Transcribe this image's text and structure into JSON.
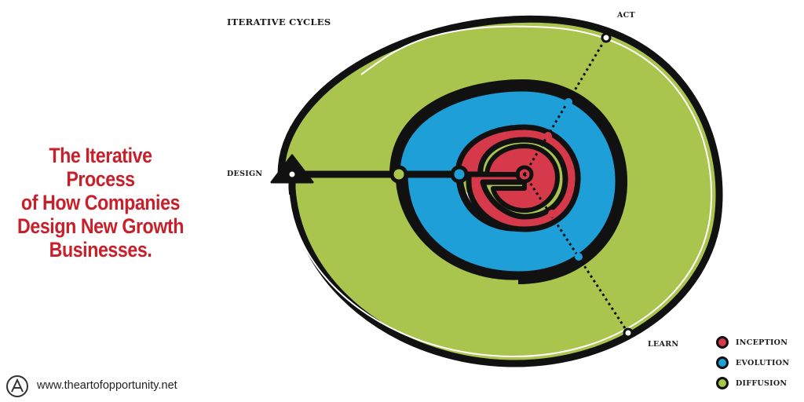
{
  "headline": {
    "lines": [
      "The Iterative Process",
      "of How Companies",
      "Design New Growth",
      "Businesses."
    ]
  },
  "diagram": {
    "title": "ITERATIVE CYCLES",
    "stages": {
      "act": "ACT",
      "design": "DESIGN",
      "learn": "LEARN"
    }
  },
  "legend": [
    {
      "label": "INCEPTION",
      "color": "#d63a4a"
    },
    {
      "label": "EVOLUTION",
      "color": "#1e9fd8"
    },
    {
      "label": "DIFFUSION",
      "color": "#a9c54d"
    }
  ],
  "footer": {
    "url": "www.theartofopportunity.net",
    "logo_icon": "art-of-opportunity-logo-icon"
  },
  "colors": {
    "headline": "#c8202a",
    "outline": "#111111",
    "inception": "#d63a4a",
    "evolution": "#1e9fd8",
    "diffusion": "#a9c54d"
  }
}
